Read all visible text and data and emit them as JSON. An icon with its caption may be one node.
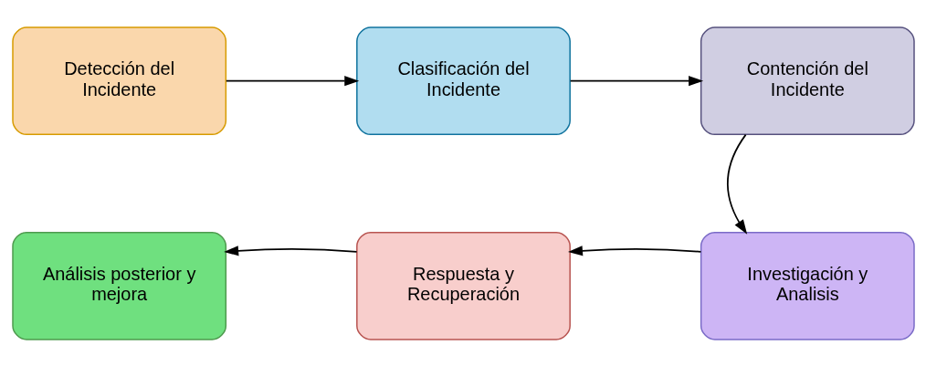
{
  "diagram": {
    "nodes": [
      {
        "text": [
          "Detección del Incidente"
        ]
      },
      {
        "text": [
          "Clasificación del Incidente"
        ]
      },
      {
        "text": [
          "Contención del Incidente"
        ]
      },
      {
        "text": [
          "Investigación y Analisis"
        ]
      },
      {
        "text": [
          "Respuesta y Recuperación"
        ]
      },
      {
        "text": [
          "Análisis posterior y mejora"
        ]
      }
    ],
    "edges": [
      {
        "from": 0,
        "to": 1,
        "arrow": "to"
      },
      {
        "from": 1,
        "to": 2,
        "arrow": "to"
      },
      {
        "from": 2,
        "to": 3,
        "arrow": "to"
      },
      {
        "from": 3,
        "to": 4,
        "arrow": "to"
      },
      {
        "from": 4,
        "to": 5,
        "arrow": "to"
      }
    ]
  }
}
